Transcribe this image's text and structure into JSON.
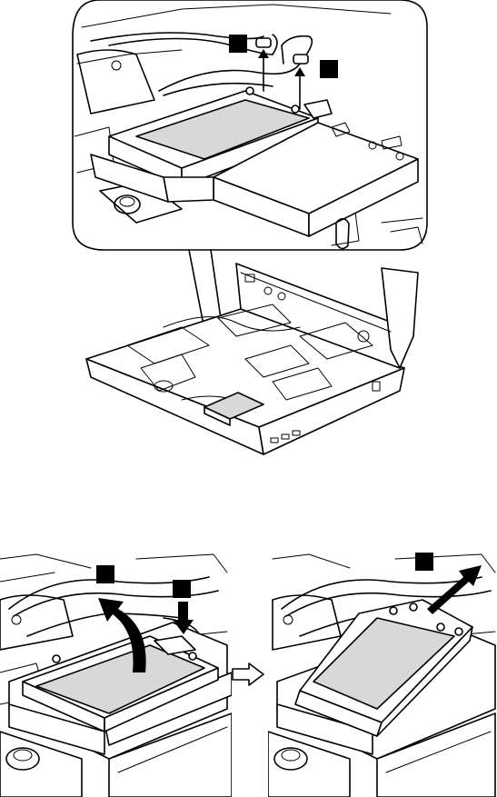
{
  "figure": {
    "top_panel": {
      "callouts": [
        {
          "label": "",
          "target": "cable-connector-left"
        },
        {
          "label": "",
          "target": "cable-connector-right"
        }
      ]
    },
    "bottom_left_panel": {
      "callouts": [
        {
          "label": "",
          "target": "card-lift-arrow"
        },
        {
          "label": "",
          "target": "screw-press-arrow"
        }
      ]
    },
    "bottom_right_panel": {
      "callouts": [
        {
          "label": "",
          "target": "card-pull-arrow"
        }
      ]
    },
    "colors": {
      "line": "#000000",
      "card_fill": "#d8d8d8",
      "background": "#ffffff"
    }
  }
}
